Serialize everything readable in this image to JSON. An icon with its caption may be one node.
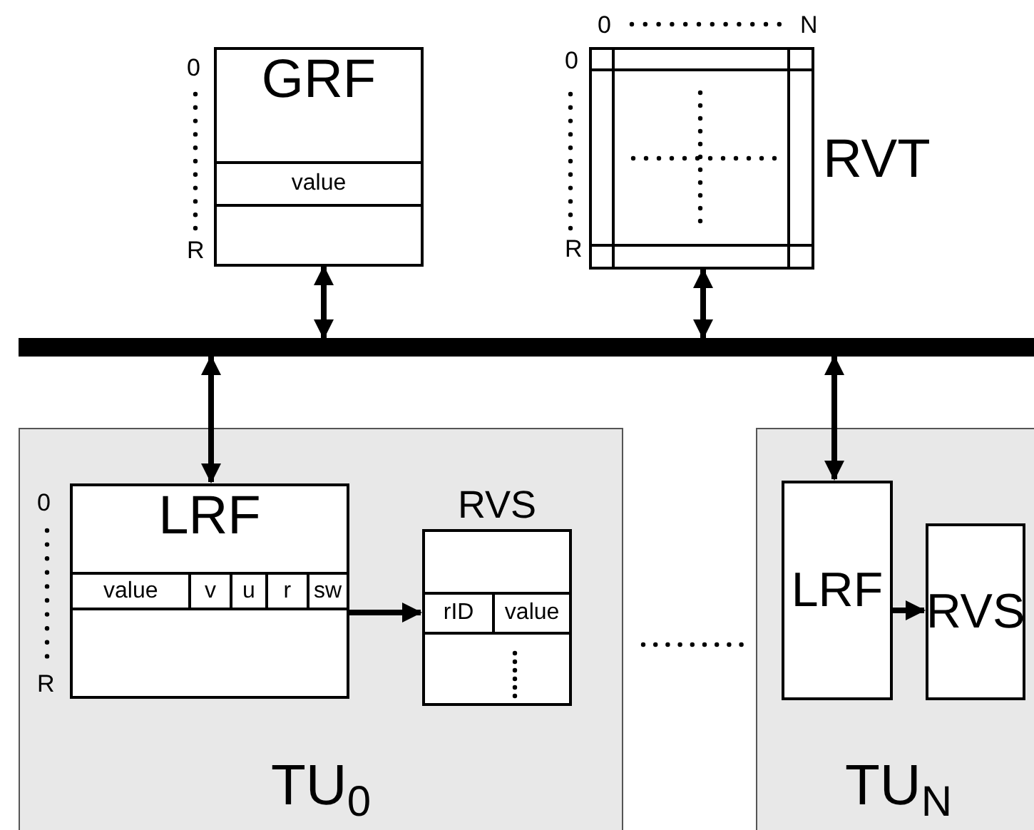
{
  "diagram": {
    "nodes": [
      {
        "text": [
          "GRF",
          "value"
        ],
        "beside": [
          "0",
          "R"
        ]
      },
      {
        "text": [
          "RVT"
        ],
        "beside": [
          "0",
          "N",
          "0",
          "R"
        ]
      },
      {
        "text": [],
        "shape": "bar"
      },
      {
        "text": [
          "TU$_{0}$"
        ]
      },
      {
        "text": [
          "LRF",
          "value",
          "v",
          "u",
          "r",
          "sw"
        ],
        "in": 3,
        "beside": [
          "0",
          "R"
        ]
      },
      {
        "text": [
          "RVS",
          "rID",
          "value"
        ],
        "in": 3
      },
      {
        "text": [
          "TU$_{N}$"
        ]
      },
      {
        "text": [
          "LRF"
        ],
        "in": 6
      },
      {
        "text": [
          "RVS"
        ],
        "in": 6
      }
    ],
    "edges": [
      {
        "from": 0,
        "to": 2,
        "arrow": "both"
      },
      {
        "from": 1,
        "to": 2,
        "arrow": "both"
      },
      {
        "from": 2,
        "to": 4,
        "arrow": "both"
      },
      {
        "from": 2,
        "to": 7,
        "arrow": "both"
      },
      {
        "from": 4,
        "to": 5,
        "arrow": "to"
      },
      {
        "from": 7,
        "to": 8,
        "arrow": "to"
      }
    ]
  }
}
